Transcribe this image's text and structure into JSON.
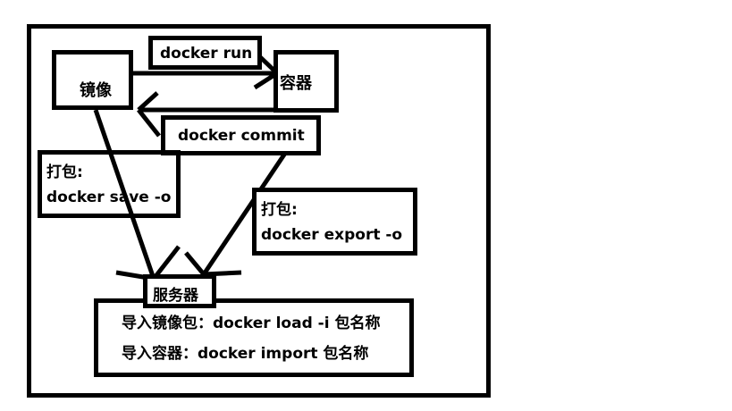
{
  "diagram": {
    "nodes": {
      "image": "镜像",
      "container": "容器",
      "server": "服务器"
    },
    "edges": {
      "run": "docker run",
      "commit": "docker commit"
    },
    "save_box": {
      "title": "打包:",
      "command": "docker save -o"
    },
    "export_box": {
      "title": "打包:",
      "command": "docker export -o"
    },
    "import_box": {
      "line1": "导入镜像包：docker load -i 包名称",
      "line2": "导入容器：docker import 包名称"
    }
  }
}
